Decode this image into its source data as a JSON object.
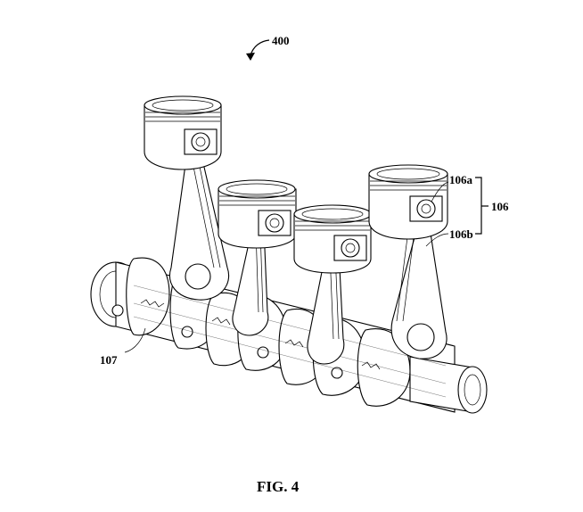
{
  "figure": {
    "ref_400": "400",
    "ref_106a": "106a",
    "ref_106b": "106b",
    "ref_106": "106",
    "ref_107": "107",
    "caption": "FIG. 4"
  }
}
